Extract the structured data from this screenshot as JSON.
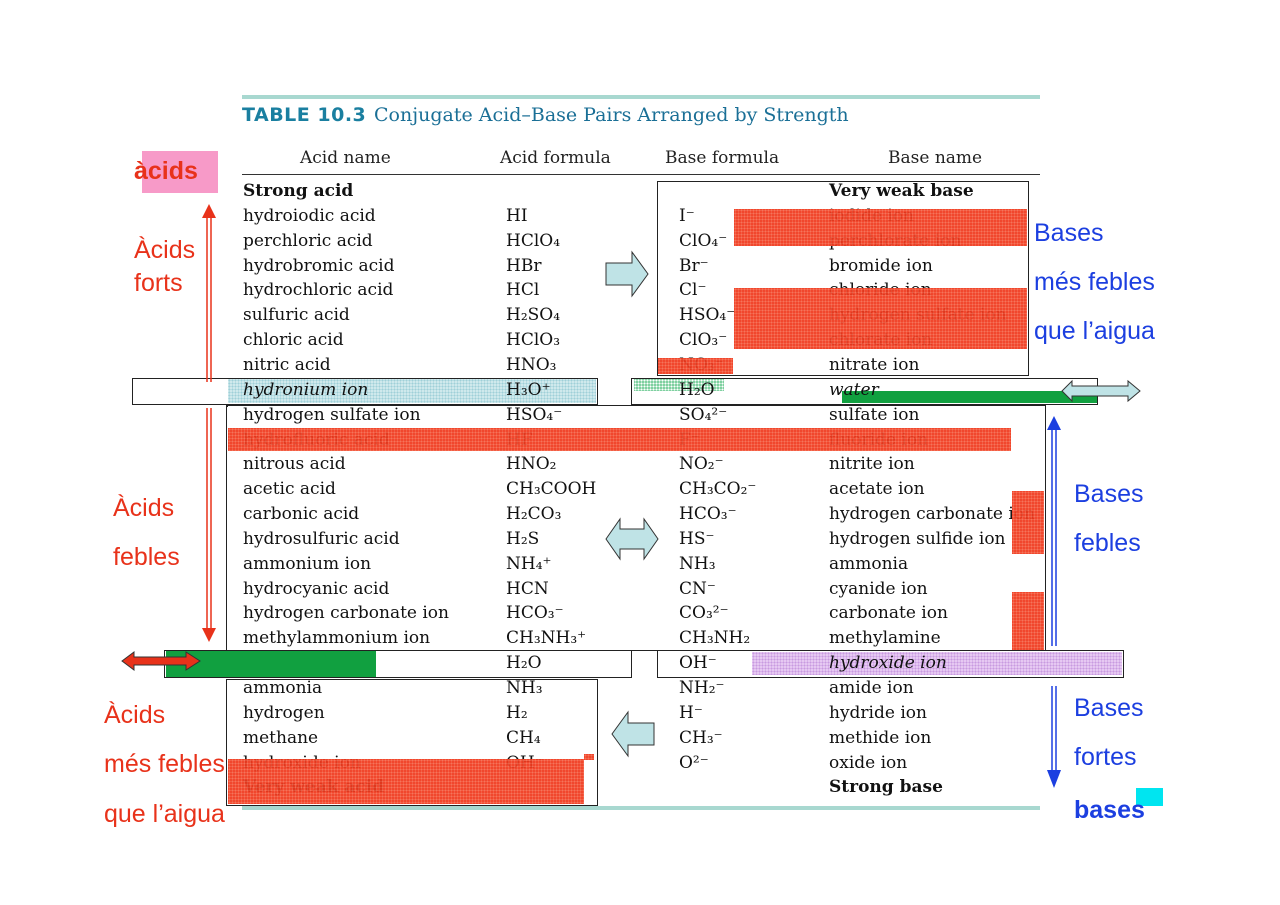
{
  "table_title": {
    "label": "TABLE 10.3",
    "text": "Conjugate Acid–Base Pairs Arranged by Strength"
  },
  "headers": {
    "acid_name": "Acid name",
    "acid_formula": "Acid formula",
    "base_formula": "Base formula",
    "base_name": "Base name"
  },
  "rows": [
    {
      "acid_name": "Strong acid",
      "acid_formula": "",
      "base_formula": "",
      "base_name": "Very weak base"
    },
    {
      "acid_name": "hydroiodic acid",
      "acid_formula": "HI",
      "base_formula": "I⁻",
      "base_name": "iodide ion"
    },
    {
      "acid_name": "perchloric acid",
      "acid_formula": "HClO₄",
      "base_formula": "ClO₄⁻",
      "base_name": "perchlorate ion"
    },
    {
      "acid_name": "hydrobromic acid",
      "acid_formula": "HBr",
      "base_formula": "Br⁻",
      "base_name": "bromide ion"
    },
    {
      "acid_name": "hydrochloric acid",
      "acid_formula": "HCl",
      "base_formula": "Cl⁻",
      "base_name": "chloride ion"
    },
    {
      "acid_name": "sulfuric acid",
      "acid_formula": "H₂SO₄",
      "base_formula": "HSO₄⁻",
      "base_name": "hydrogen sulfate ion"
    },
    {
      "acid_name": "chloric acid",
      "acid_formula": "HClO₃",
      "base_formula": "ClO₃⁻",
      "base_name": "chlorate ion"
    },
    {
      "acid_name": "nitric acid",
      "acid_formula": "HNO₃",
      "base_formula": "NO₃⁻",
      "base_name": "nitrate ion"
    },
    {
      "acid_name": "hydronium ion",
      "acid_formula": "H₃O⁺",
      "base_formula": "H₂O",
      "base_name": "water"
    },
    {
      "acid_name": "hydrogen sulfate ion",
      "acid_formula": "HSO₄⁻",
      "base_formula": "SO₄²⁻",
      "base_name": "sulfate ion"
    },
    {
      "acid_name": "hydrofluoric acid",
      "acid_formula": "HF",
      "base_formula": "F⁻",
      "base_name": "fluoride ion"
    },
    {
      "acid_name": "nitrous acid",
      "acid_formula": "HNO₂",
      "base_formula": "NO₂⁻",
      "base_name": "nitrite ion"
    },
    {
      "acid_name": "acetic acid",
      "acid_formula": "CH₃COOH",
      "base_formula": "CH₃CO₂⁻",
      "base_name": "acetate ion"
    },
    {
      "acid_name": "carbonic acid",
      "acid_formula": "H₂CO₃",
      "base_formula": "HCO₃⁻",
      "base_name": "hydrogen carbonate ion"
    },
    {
      "acid_name": "hydrosulfuric acid",
      "acid_formula": "H₂S",
      "base_formula": "HS⁻",
      "base_name": "hydrogen sulfide ion"
    },
    {
      "acid_name": "ammonium ion",
      "acid_formula": "NH₄⁺",
      "base_formula": "NH₃",
      "base_name": "ammonia"
    },
    {
      "acid_name": "hydrocyanic acid",
      "acid_formula": "HCN",
      "base_formula": "CN⁻",
      "base_name": "cyanide ion"
    },
    {
      "acid_name": "hydrogen carbonate ion",
      "acid_formula": "HCO₃⁻",
      "base_formula": "CO₃²⁻",
      "base_name": "carbonate ion"
    },
    {
      "acid_name": "methylammonium ion",
      "acid_formula": "CH₃NH₃⁺",
      "base_formula": "CH₃NH₂",
      "base_name": "methylamine"
    },
    {
      "acid_name": "",
      "acid_formula": "H₂O",
      "base_formula": "OH⁻",
      "base_name": "hydroxide ion"
    },
    {
      "acid_name": "ammonia",
      "acid_formula": "NH₃",
      "base_formula": "NH₂⁻",
      "base_name": "amide ion"
    },
    {
      "acid_name": "hydrogen",
      "acid_formula": "H₂",
      "base_formula": "H⁻",
      "base_name": "hydride ion"
    },
    {
      "acid_name": "methane",
      "acid_formula": "CH₄",
      "base_formula": "CH₃⁻",
      "base_name": "methide ion"
    },
    {
      "acid_name": "hydroxide ion",
      "acid_formula": "OH⁻",
      "base_formula": "O²⁻",
      "base_name": "oxide ion"
    },
    {
      "acid_name": "Very weak acid",
      "acid_formula": "",
      "base_formula": "",
      "base_name": "Strong base"
    }
  ],
  "labels": {
    "acids_top": "àcids",
    "acids_strong_1": "Àcids",
    "acids_strong_2": "forts",
    "acids_weak_1": "Àcids",
    "acids_weak_2": "febles",
    "acids_weaker_1": "Àcids",
    "acids_weaker_2": "més febles",
    "acids_weaker_3": "que l’aigua",
    "bases_weaker_1": "Bases",
    "bases_weaker_2": "més febles",
    "bases_weaker_3": "que l’aigua",
    "bases_weak_1": "Bases",
    "bases_weak_2": "febles",
    "bases_strong_1": "Bases",
    "bases_strong_2": "fortes",
    "bases_bottom": "bases"
  },
  "colors": {
    "red_label": "#e8321a",
    "blue_label": "#1c3fe0",
    "highlight_red": "#f03a1e",
    "green_bar": "#11a040",
    "teal_arrow": "#bfe3e6",
    "rule": "#a8d8d0"
  }
}
